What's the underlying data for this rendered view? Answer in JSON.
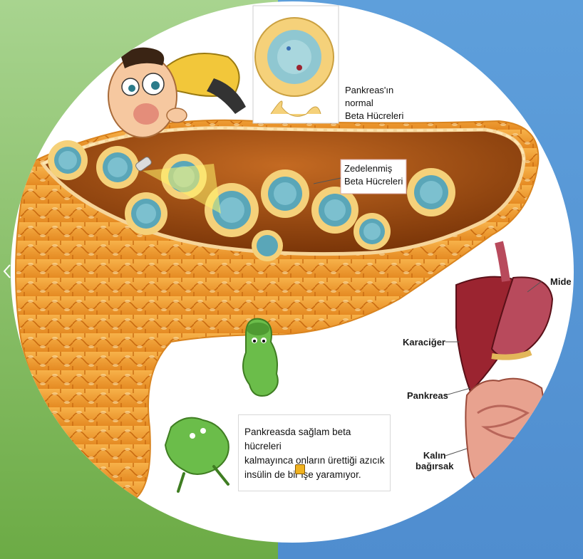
{
  "colors": {
    "panel_left": "#7fba57",
    "panel_right": "#5a9bd8",
    "pancreas_tissue": "#f2a23c",
    "pancreas_inner": "#9a4a12",
    "beta_cell_blue": "#5aa6b8",
    "beta_cell_ring": "#f5d17a",
    "germ_green": "#6bbd4a",
    "liver": "#9b2430"
  },
  "icons": {
    "nav": "chevron-left-icon",
    "badge": "stop-sign-icon"
  },
  "labels": {
    "normal_cells": [
      "Pankreas'ın",
      "normal",
      "Beta Hücreleri"
    ],
    "damaged_cells": [
      "Zedelenmiş",
      "Beta Hücreleri"
    ],
    "stomach": "Mide",
    "liver": "Karaciğer",
    "pancreas": "Pankreas",
    "colon": [
      "Kalın",
      "bağırsak"
    ]
  },
  "caption": {
    "lines": [
      "Pankreasda sağlam beta hücreleri",
      "kalmayınca onların ürettiği azıcık",
      "insülin de bir işe yaramıyor."
    ]
  }
}
